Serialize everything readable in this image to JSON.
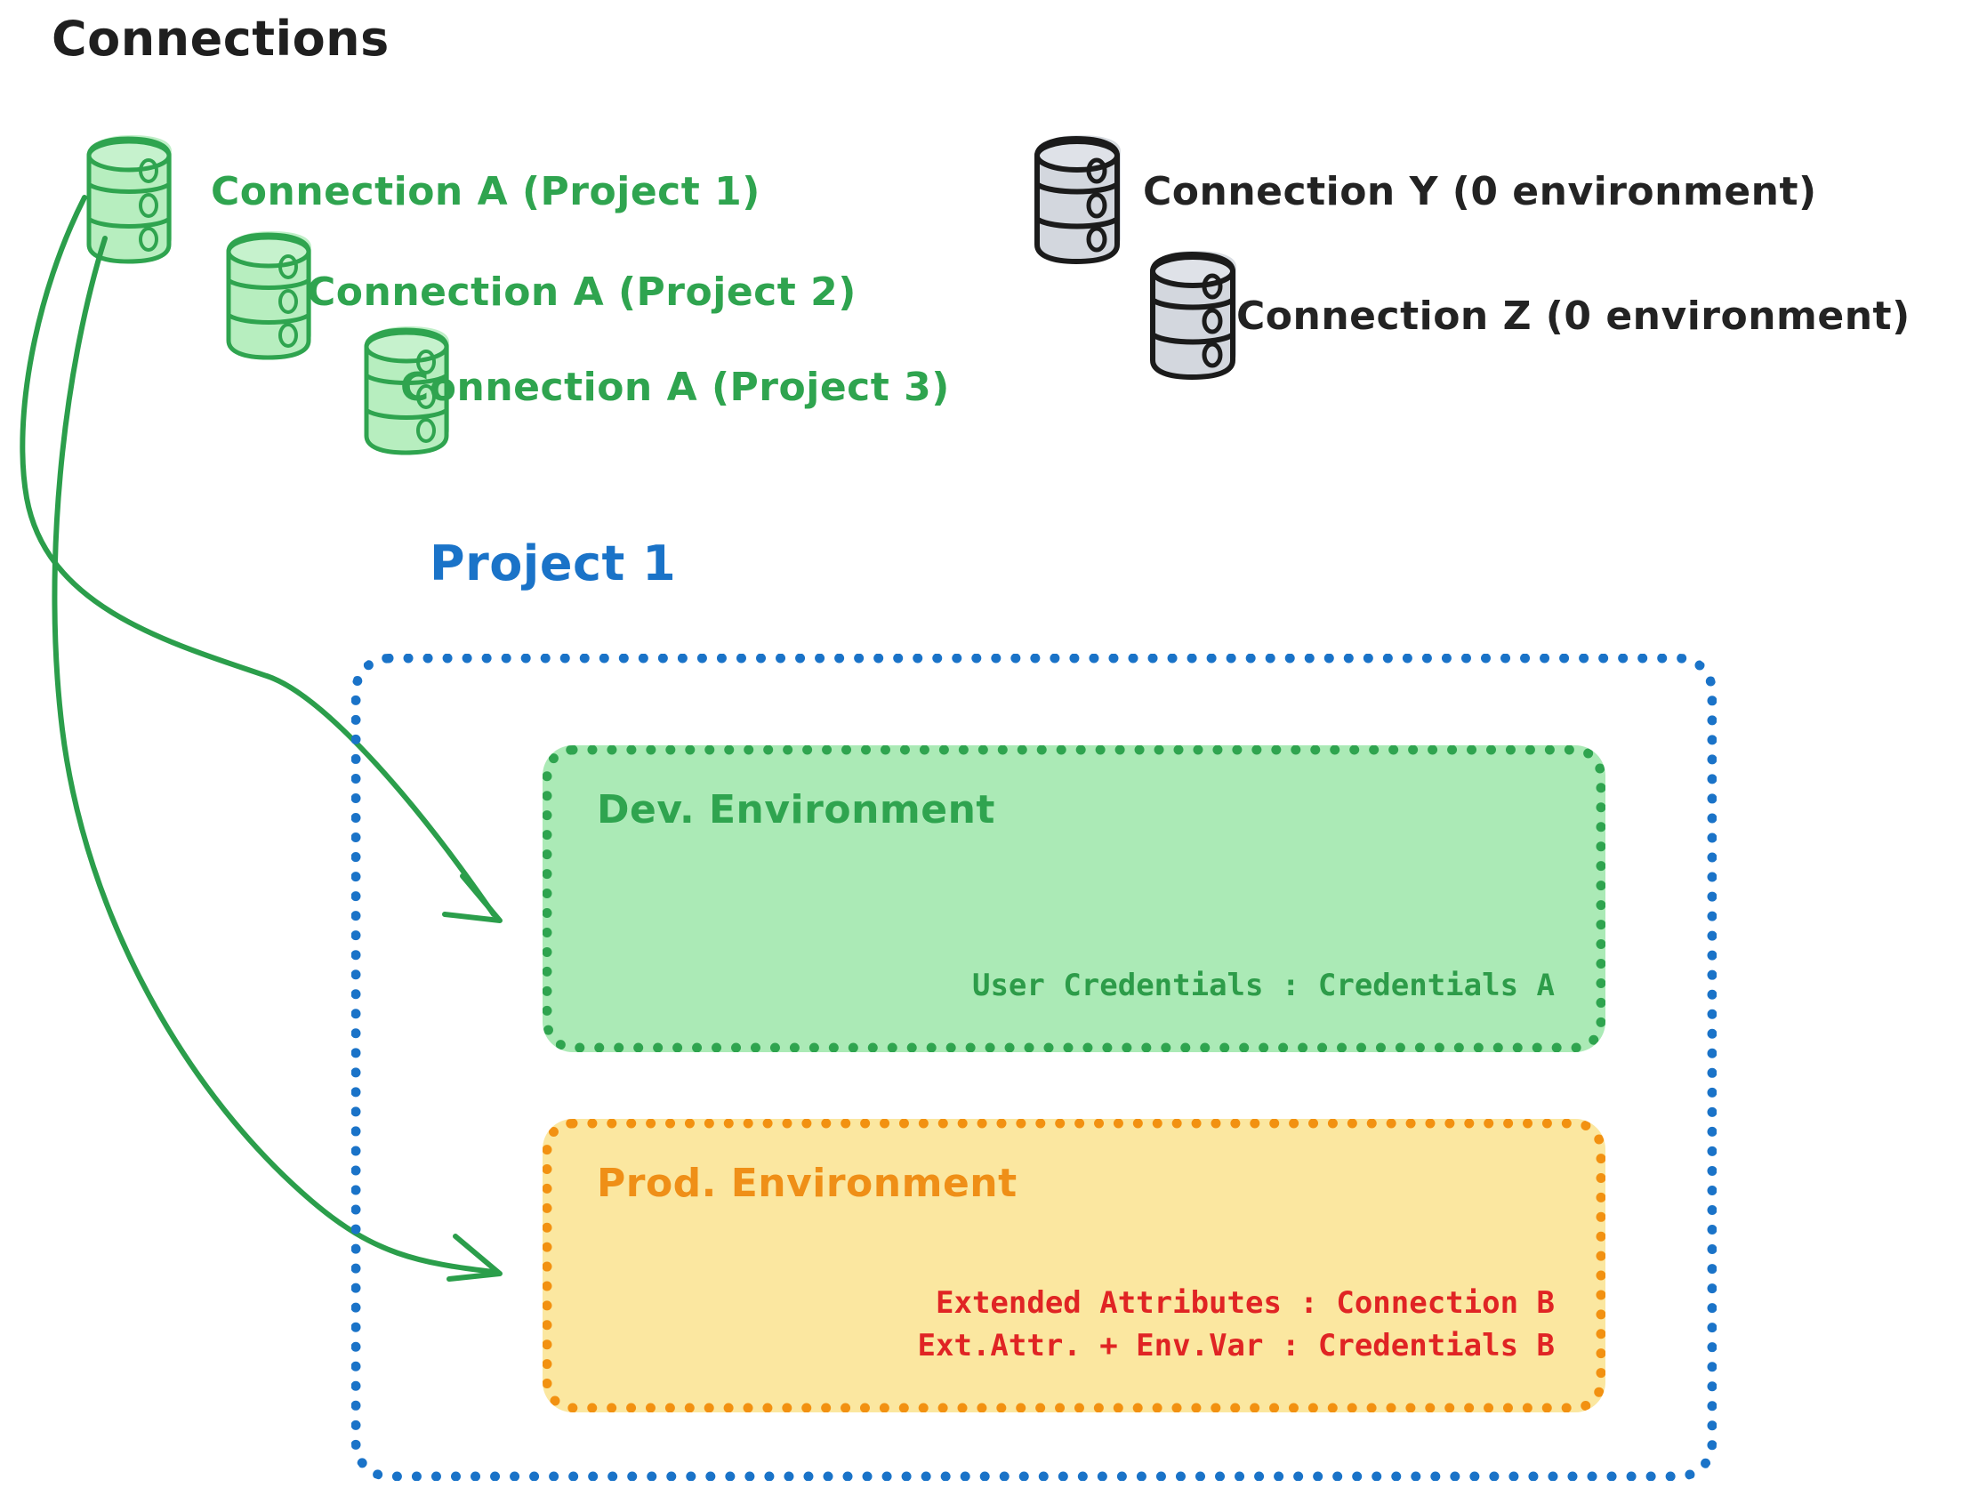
{
  "diagram": {
    "heading": "Connections",
    "connections_green": [
      {
        "label": "Connection A (Project 1)",
        "color": "#2fa44f",
        "db_kind": "green-database-icon"
      },
      {
        "label": "Connection A (Project 2)",
        "color": "#2fa44f",
        "db_kind": "green-database-icon"
      },
      {
        "label": "Connection A (Project 3)",
        "color": "#2fa44f",
        "db_kind": "green-database-icon"
      }
    ],
    "connections_gray": [
      {
        "label": "Connection Y (0 environment)",
        "color": "#232323",
        "db_kind": "gray-database-icon"
      },
      {
        "label": "Connection Z (0 environment)",
        "color": "#232323",
        "db_kind": "gray-database-icon"
      }
    ],
    "project": {
      "title": "Project 1",
      "border_color": "#1a73c8",
      "environments": [
        {
          "name": "dev",
          "title": "Dev. Environment",
          "title_color": "#2fa44f",
          "fill": "#abeab6",
          "border_color": "#2fa44f",
          "attributes": [
            {
              "text": "User Credentials : Credentials A",
              "color": "#2d9c49"
            }
          ]
        },
        {
          "name": "prod",
          "title": "Prod. Environment",
          "title_color": "#ef8f17",
          "fill": "#fbe7a0",
          "border_color": "#f29111",
          "attributes": [
            {
              "text": "Extended Attributes : Connection B",
              "color": "#e02424"
            },
            {
              "text": "Ext.Attr. + Env.Var : Credentials B",
              "color": "#e02424"
            }
          ]
        }
      ]
    },
    "arrows": [
      {
        "name": "arrow-connection-a-to-dev-environment",
        "color": "#2fa44f",
        "from": "Connection A (Project 1)",
        "to": "Dev. Environment"
      },
      {
        "name": "arrow-connection-a-to-prod-environment",
        "color": "#2fa44f",
        "from": "Connection A (Project 1)",
        "to": "Prod. Environment"
      }
    ],
    "palette": {
      "green_stroke": "#2fa44f",
      "green_fill": "#abeab6",
      "gray_stroke": "#1b1b1b",
      "gray_fill": "#d3d7de",
      "blue": "#1a73c8",
      "orange": "#f29111",
      "yellow_fill": "#fbe7a0",
      "red": "#e02424",
      "black": "#232323"
    }
  }
}
